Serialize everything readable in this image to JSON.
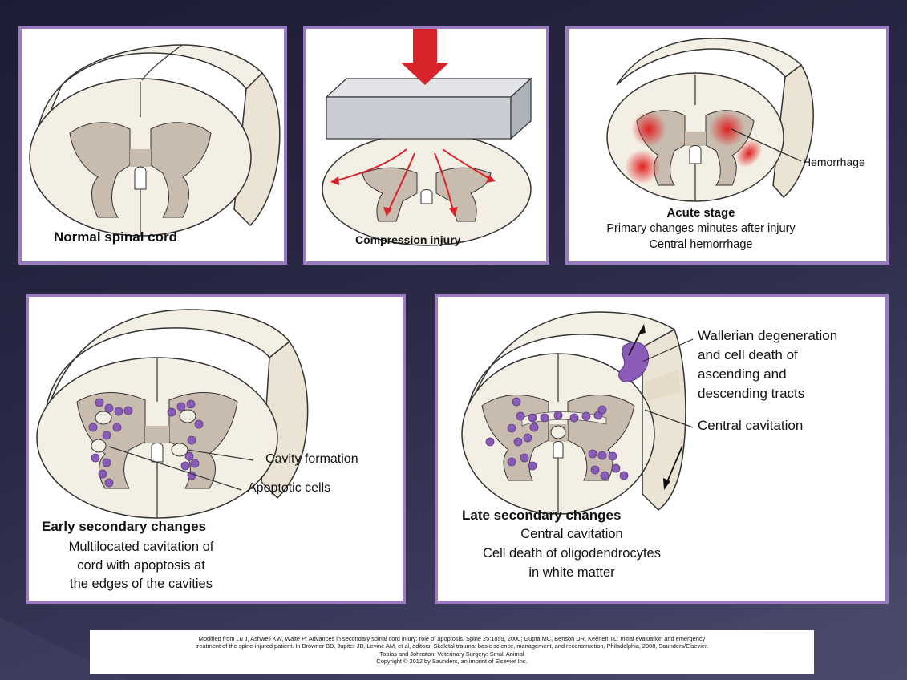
{
  "panels": {
    "normal": {
      "caption": "Normal spinal cord"
    },
    "compression": {
      "caption": "Compression injury"
    },
    "acute": {
      "title": "Acute stage",
      "line1": "Primary changes minutes after injury",
      "line2": "Central hemorrhage",
      "label_hemorrhage": "Hemorrhage"
    },
    "early": {
      "title": "Early secondary changes",
      "line1": "Multilocated cavitation of",
      "line2": "cord with apoptosis at",
      "line3": "the edges of the cavities",
      "label_cavity": "Cavity formation",
      "label_apoptotic": "Apoptotic cells"
    },
    "late": {
      "title": "Late secondary changes",
      "line1": "Central cavitation",
      "line2": "Cell death of oligodendrocytes",
      "line3": "in white matter",
      "label_wallerian_1": "Wallerian degeneration",
      "label_wallerian_2": "and cell death of",
      "label_wallerian_3": "ascending and",
      "label_wallerian_4": "descending tracts",
      "label_central": "Central cavitation"
    }
  },
  "citation": {
    "line1": "Modified from Lu J, Ashwell KW, Waite P: Advances in secondary spinal cord injury: role of apoptosis. Spine 25:1859, 2000; Gupta MC, Benson DR, Keenen TL: Initial evaluation and emergency",
    "line2": "treatment of the spine-injured patient. In Browner BD, Jupiter JB, Levine AM, et al, editors: Skeletal trauma: basic science, management, and reconstruction, Philadelphia, 2008, Saunders/Elsevier.",
    "line3": "Tobias and Johnston: Veterinary Surgery: Small Animal",
    "line4": "Copyright © 2012 by Saunders, an imprint of Elsevier Inc."
  },
  "colors": {
    "white_matter": "#f3efe4",
    "gray_matter": "#c8bcae",
    "outline": "#333333",
    "hemorrhage": "#e02020",
    "apoptotic": "#8a5cb8",
    "arrow_red": "#d9232a",
    "panel_border": "#9b7bc0"
  }
}
